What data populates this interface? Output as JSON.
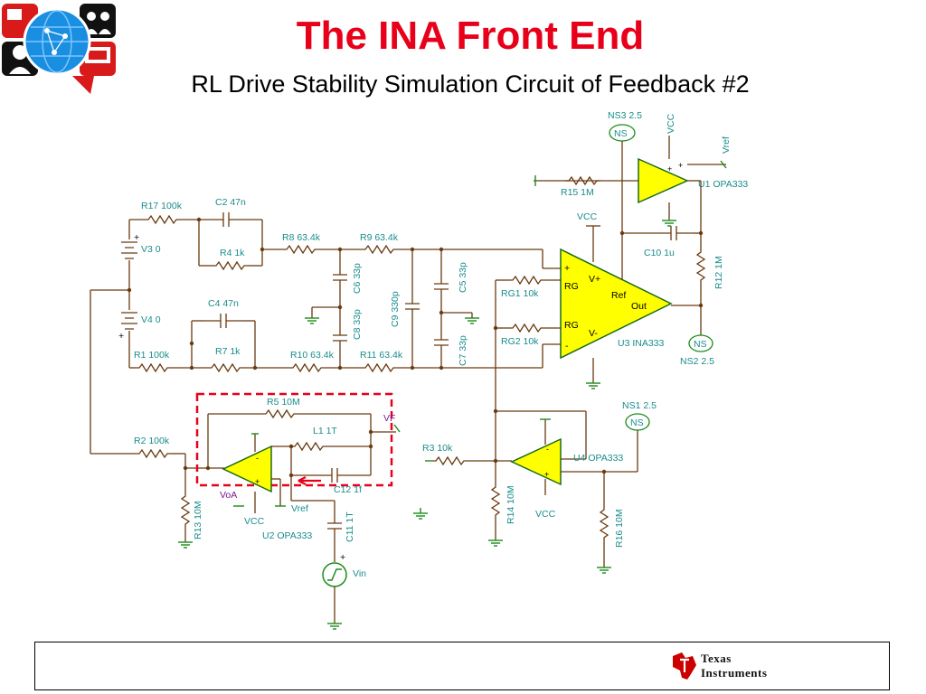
{
  "header": {
    "title": "The INA Front End",
    "subtitle": "RL Drive Stability Simulation Circuit of Feedback #2"
  },
  "schematic": {
    "labels": {
      "ns3": "NS3 2.5",
      "ns_tag": "NS",
      "vcc": "VCC",
      "vref": "Vref",
      "u1": "U1 OPA333",
      "r15": "R15 1M",
      "c10": "C10 1u",
      "r12": "R12 1M",
      "r17": "R17 100k",
      "c2": "C2 47n",
      "r4": "R4 1k",
      "v3": "V3 0",
      "r8": "R8 63.4k",
      "r9": "R9 63.4k",
      "c6": "C6 33p",
      "c9": "C9 330p",
      "c5": "C5 33p",
      "c8": "C8 33p",
      "c7": "C7 33p",
      "rg1": "RG1 10k",
      "rg2": "RG2 10k",
      "rg": "RG",
      "vplus": "V+",
      "vminus": "V-",
      "ref": "Ref",
      "out": "Out",
      "u3": "U3 INA333",
      "ns2": "NS2 2.5",
      "v4": "V4 0",
      "c4": "C4 47n",
      "r7": "R7 1k",
      "r1": "R1 100k",
      "r10": "R10 63.4k",
      "r11": "R11 63.4k",
      "r5": "R5 10M",
      "vf": "VF",
      "l1": "L1 1T",
      "r2": "R2 100k",
      "c12": "C12 1f",
      "voa": "VoA",
      "u2": "U2 OPA333",
      "r13": "R13 10M",
      "c11": "C11 1T",
      "vin": "Vin",
      "r3": "R3 10k",
      "r14": "R14 10M",
      "u4": "U4 OPA333",
      "ns1": "NS1 2.5",
      "r16": "R16 10M",
      "plus": "+",
      "minus": "-"
    }
  },
  "footer": {
    "brand_line1": "Texas",
    "brand_line2": "Instruments"
  },
  "colors": {
    "title": "#e8001a",
    "wire": "#6a3a10",
    "ground": "#1a8c1a",
    "label": "#1a8c8c",
    "opamp_fill": "#ffff00",
    "highlight_box": "#e8001a",
    "ti_red": "#cc0000"
  },
  "icons": [
    "network-globe-logo-icon",
    "texas-instruments-logo-icon",
    "step-source-icon"
  ]
}
